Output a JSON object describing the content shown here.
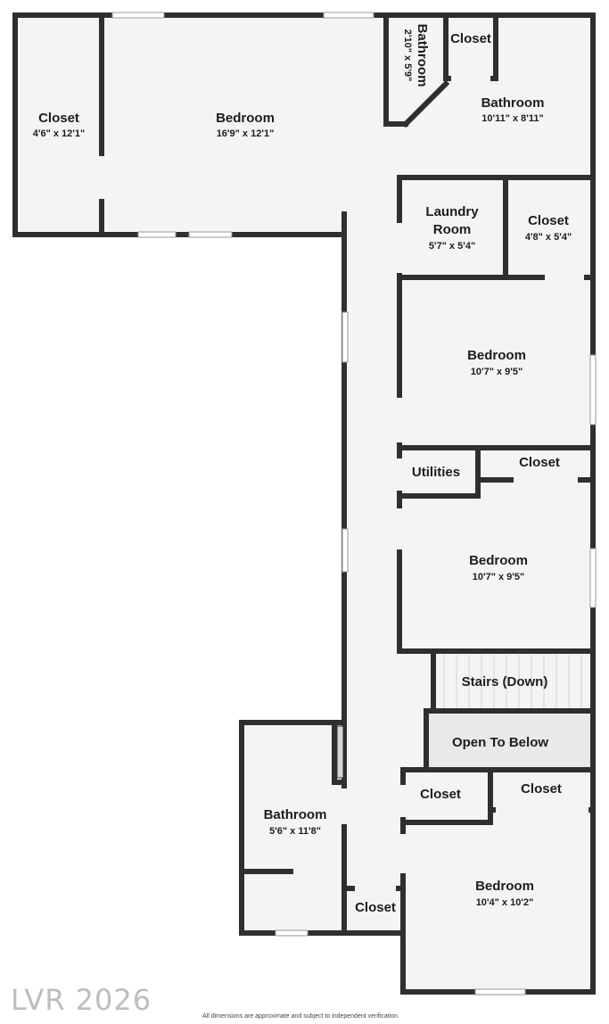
{
  "rooms": {
    "closet_left": {
      "name": "Closet",
      "dim": "4'6\" x 12'1\""
    },
    "bedroom_main": {
      "name": "Bedroom",
      "dim": "16'9\" x 12'1\""
    },
    "bathroom_small": {
      "name": "Bathroom",
      "dim": "2'10\" x 5'9\""
    },
    "closet_top": {
      "name": "Closet"
    },
    "bathroom_main": {
      "name": "Bathroom",
      "dim": "10'11\" x 8'11\""
    },
    "laundry": {
      "name1": "Laundry",
      "name2": "Room",
      "dim": "5'7\" x 5'4\""
    },
    "closet_laundry": {
      "name": "Closet",
      "dim": "4'8\" x 5'4\""
    },
    "bedroom_2": {
      "name": "Bedroom",
      "dim": "10'7\" x 9'5\""
    },
    "utilities": {
      "name": "Utilities"
    },
    "closet_util": {
      "name": "Closet"
    },
    "bedroom_3": {
      "name": "Bedroom",
      "dim": "10'7\" x 9'5\""
    },
    "stairs": {
      "name": "Stairs (Down)"
    },
    "open_below": {
      "name": "Open To Below"
    },
    "bathroom_left": {
      "name": "Bathroom",
      "dim": "5'6\" x 11'8\""
    },
    "closet_small": {
      "name": "Closet"
    },
    "closet_right": {
      "name": "Closet"
    },
    "closet_hall": {
      "name": "Closet"
    },
    "bedroom_4": {
      "name": "Bedroom",
      "dim": "10'4\" x 10'2\""
    }
  },
  "watermark": "LVR 2026",
  "disclaimer": "All dimensions are approximate and subject to independent verification",
  "colors": {
    "wall": "#2f2f2f",
    "floor": "#f4f4f4",
    "open_area": "#e9e9e9",
    "window": "#ffffff"
  }
}
